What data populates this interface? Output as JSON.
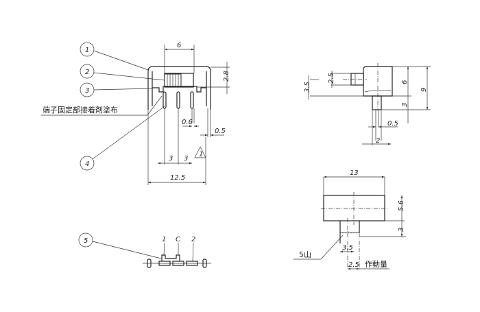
{
  "balloons": [
    "1",
    "2",
    "3",
    "4",
    "5"
  ],
  "front_view": {
    "dim_slider_width": "6",
    "dim_height": "2.8",
    "dim_pin_width": "0.6",
    "dim_lead_width": "0.5",
    "dim_pitch_a": "3",
    "dim_pitch_b": "3",
    "dim_total_width": "12.5",
    "revision_mark": "1",
    "note_adhesive": "端子固定部接着剤塗布"
  },
  "side_view": {
    "dim_stem_height": "2.5",
    "dim_offset": "3.5",
    "dim_body_height": "6",
    "dim_total_height": "9",
    "dim_pin_height": "3",
    "dim_lead": "0.5",
    "dim_pin_depth": "2"
  },
  "bottom_view": {
    "dim_length": "13",
    "dim_body_height": "5.6",
    "dim_knob_height": "3",
    "dim_knob_width": "3.5",
    "dim_travel": "2.5",
    "label_travel": "作動量",
    "note_serration": "5山"
  },
  "terminal_view": {
    "labels": [
      "1",
      "C",
      "2"
    ]
  }
}
